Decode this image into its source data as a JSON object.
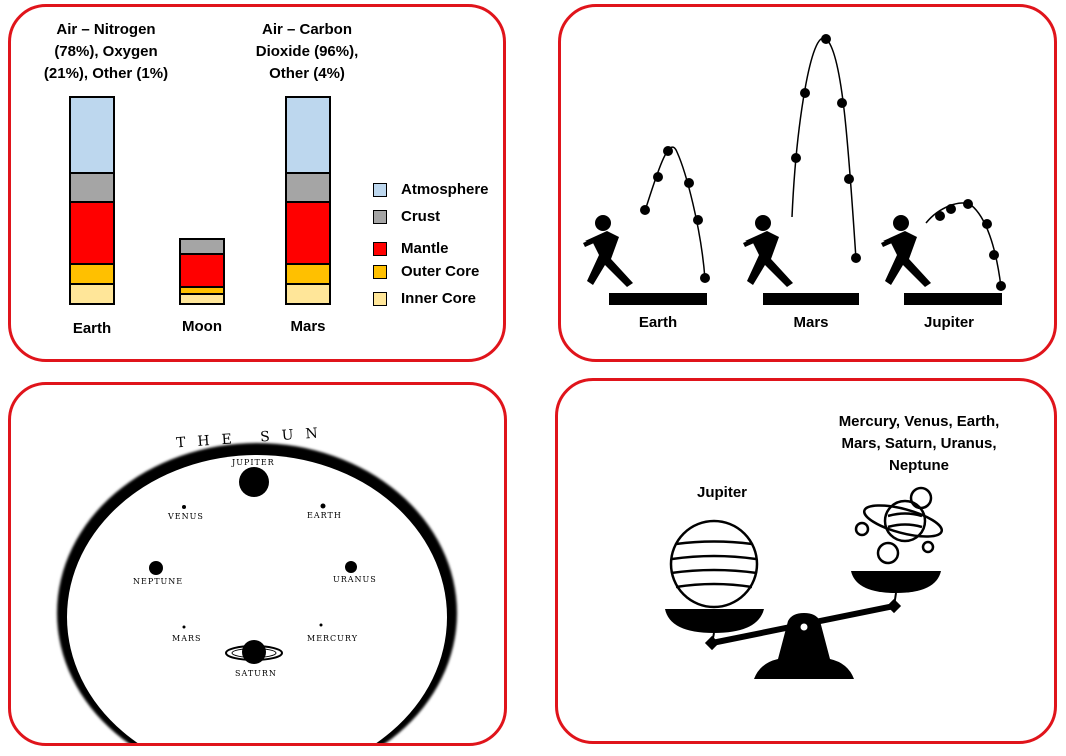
{
  "panel1": {
    "caption_earth": "Air – Nitrogen (78%), Oxygen (21%), Other (1%)",
    "caption_mars": "Air – Carbon Dioxide (96%), Other (4%)",
    "labels": [
      "Earth",
      "Moon",
      "Mars"
    ],
    "legend": [
      {
        "label": "Atmosphere",
        "color": "#bdd7ee"
      },
      {
        "label": "Crust",
        "color": "#a5a5a5"
      },
      {
        "label": "Mantle",
        "color": "#ff0000"
      },
      {
        "label": "Outer Core",
        "color": "#ffc000"
      },
      {
        "label": "Inner Core",
        "color": "#ffe699"
      }
    ]
  },
  "panel2": {
    "labels": [
      "Earth",
      "Mars",
      "Jupiter"
    ]
  },
  "panel3": {
    "heading": "THE SUN",
    "planets": [
      "JUPITER",
      "VENUS",
      "EARTH",
      "NEPTUNE",
      "URANUS",
      "MARS",
      "MERCURY",
      "SATURN"
    ]
  },
  "panel4": {
    "left_label": "Jupiter",
    "right_label": "Mercury, Venus, Earth, Mars, Saturn, Uranus, Neptune"
  },
  "colors": {
    "border": "#e0141b"
  }
}
